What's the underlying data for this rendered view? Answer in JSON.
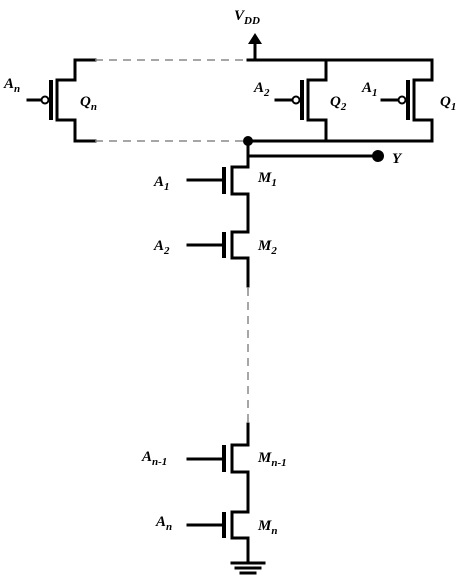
{
  "supply": {
    "name": "V",
    "sub": "DD"
  },
  "output": {
    "name": "Y"
  },
  "pmos": [
    {
      "gate": "A",
      "gate_sub": "n",
      "name": "Q",
      "name_sub": "n"
    },
    {
      "gate": "A",
      "gate_sub": "2",
      "name": "Q",
      "name_sub": "2"
    },
    {
      "gate": "A",
      "gate_sub": "1",
      "name": "Q",
      "name_sub": "1"
    }
  ],
  "nmos": [
    {
      "gate": "A",
      "gate_sub": "1",
      "name": "M",
      "name_sub": "1"
    },
    {
      "gate": "A",
      "gate_sub": "2",
      "name": "M",
      "name_sub": "2"
    },
    {
      "gate": "A",
      "gate_sub": "n-1",
      "name": "M",
      "name_sub": "n-1"
    },
    {
      "gate": "A",
      "gate_sub": "n",
      "name": "M",
      "name_sub": "n"
    }
  ]
}
